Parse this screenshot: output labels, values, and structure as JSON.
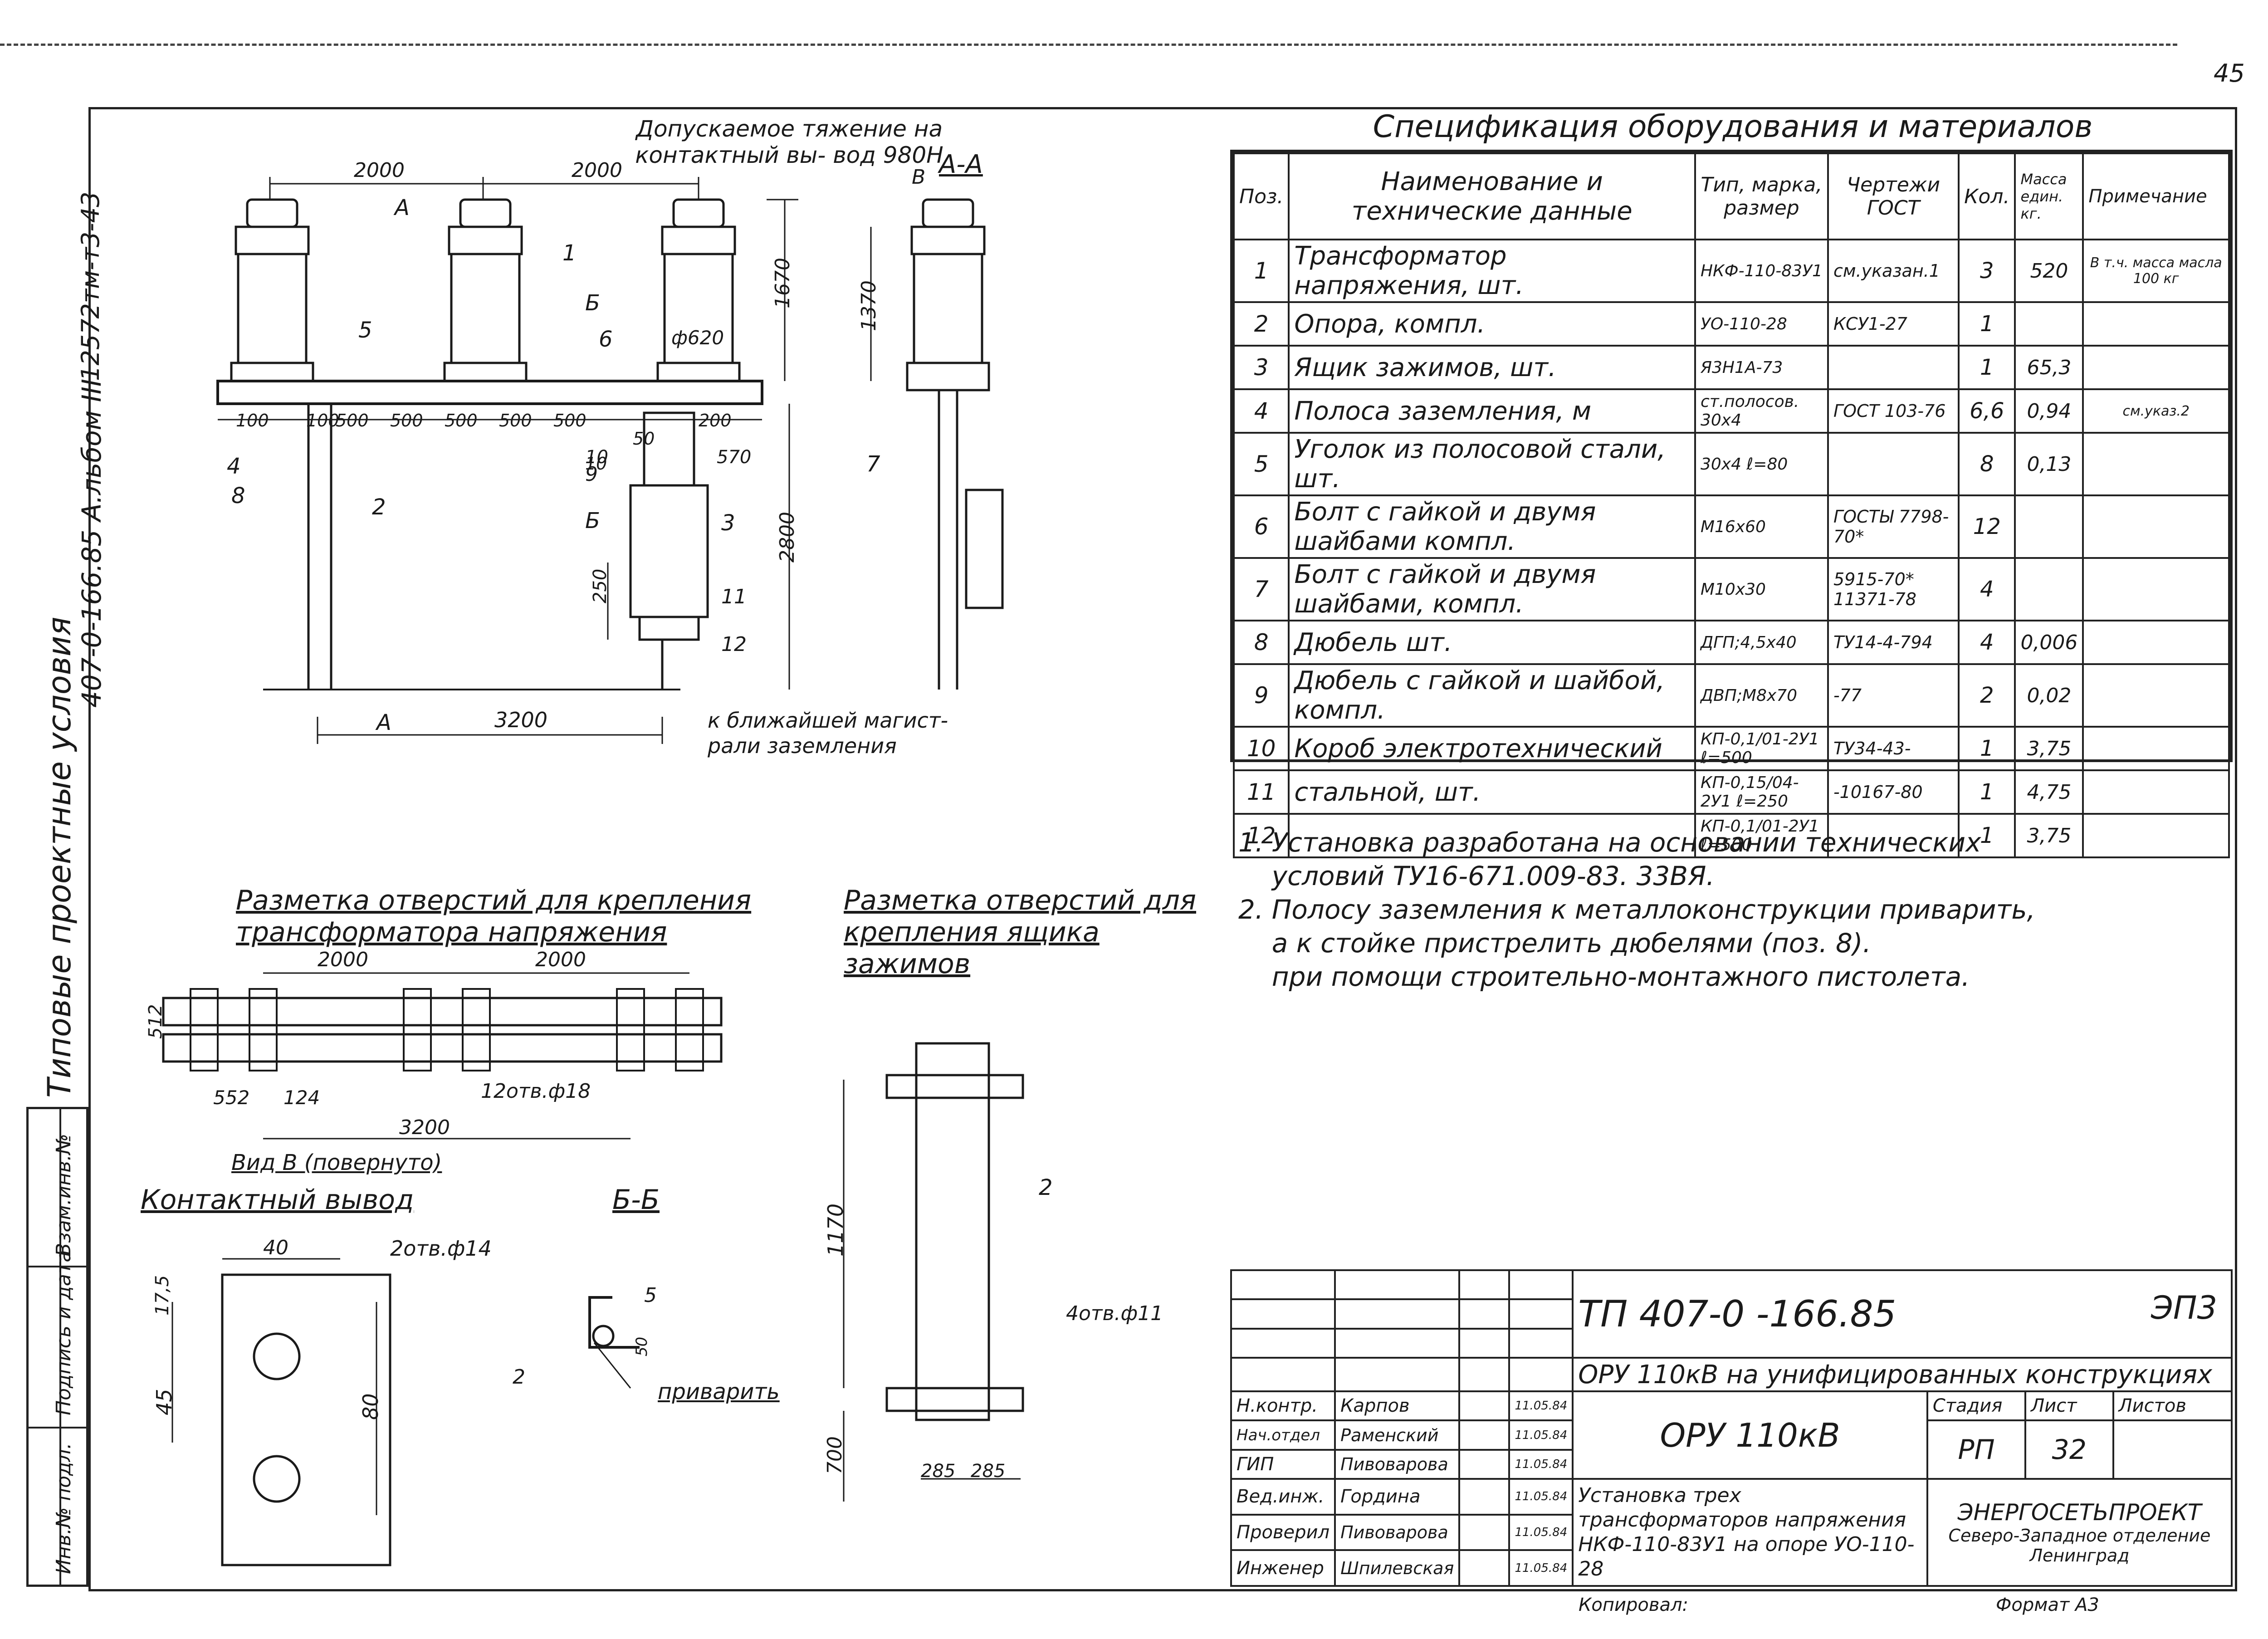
{
  "page_number": "45",
  "side_code": "12572тм-т3-43",
  "side_album": "407-0-166.85  А.льбом III",
  "side_series": "Типовые проектные условия",
  "side_boxes": [
    "Инв.№ подл.",
    "Подпись и дата",
    "Взам.инв.№"
  ],
  "top_view": {
    "annotation_tension": "Допускаемое тяжение на контактный вы- вод 980Н",
    "section_aa": "А-А",
    "dims_top": [
      "2000",
      "2000"
    ],
    "dim_height_1670": "1670",
    "dim_height_1370": "1370",
    "dim_height_2800": "2800",
    "dim_250": "250",
    "dim_570": "570",
    "dim_diam": "ф620",
    "dims_bottom": [
      "100",
      "100",
      "500",
      "500",
      "500",
      "500",
      "500",
      "200"
    ],
    "dim_3200": "3200",
    "dim_50": "50",
    "dim_10": "10",
    "labels": [
      "1",
      "2",
      "3",
      "4",
      "5",
      "6",
      "7",
      "8",
      "9",
      "10",
      "11",
      "12"
    ],
    "marker_A": "А",
    "marker_B": "Б",
    "marker_V": "В",
    "note_ground": "к ближайшей магист- рали заземления"
  },
  "spec": {
    "title": "Спецификация оборудования и материалов",
    "headers": [
      "Поз.",
      "Наименование и технические данные",
      "Тип, марка, размер",
      "Чертежи ГОСТ",
      "Кол.",
      "Масса един. кг.",
      "Примечание"
    ],
    "rows": [
      [
        "1",
        "Трансформатор напряжения,  шт.",
        "НКФ-110-83У1",
        "см.указан.1",
        "3",
        "520",
        "В т.ч. масса масла 100 кг"
      ],
      [
        "2",
        "Опора,  компл.",
        "УО-110-28",
        "КСУ1-27",
        "1",
        "",
        ""
      ],
      [
        "3",
        "Ящик зажимов,  шт.",
        "Я3Н1А-73",
        "",
        "1",
        "65,3",
        ""
      ],
      [
        "4",
        "Полоса заземления,  м",
        "ст.полосов. 30х4",
        "ГОСТ 103-76",
        "6,6",
        "0,94",
        "см.указ.2"
      ],
      [
        "5",
        "Уголок из полосовой стали, шт.",
        "30х4 ℓ=80",
        "",
        "8",
        "0,13",
        ""
      ],
      [
        "6",
        "Болт с гайкой и двумя шайбами  компл.",
        "М16х60",
        "ГОСТЫ 7798-70*",
        "12",
        "",
        ""
      ],
      [
        "7",
        "Болт с гайкой и двумя шайбами,  компл.",
        "М10х30",
        "5915-70* 11371-78",
        "4",
        "",
        ""
      ],
      [
        "8",
        "Дюбель  шт.",
        "ДГП;4,5х40",
        "ТУ14-4-794",
        "4",
        "0,006",
        ""
      ],
      [
        "9",
        "Дюбель с гайкой и шайбой, компл.",
        "ДВП;М8х70",
        "-77",
        "2",
        "0,02",
        ""
      ],
      [
        "10",
        "Короб электротехнический",
        "КП-0,1/01-2У1 ℓ=500",
        "ТУ34-43-",
        "1",
        "3,75",
        ""
      ],
      [
        "11",
        "стальной,  шт.",
        "КП-0,15/04-2У1 ℓ=250",
        "-10167-80",
        "1",
        "4,75",
        ""
      ],
      [
        "12",
        "",
        "КП-0,1/01-2У1 ℓ=500",
        "",
        "1",
        "3,75",
        ""
      ]
    ]
  },
  "notes": [
    "1. Установка разработана на основании технических",
    "    условий ТУ16-671.009-83. 33ВЯ.",
    "2. Полосу заземления к металлоконструкции приварить,",
    "    а к стойке пристрелить дюбелями (поз. 8).",
    "    при помощи строительно-монтажного пистолета."
  ],
  "holes_transformer": {
    "title": "Разметка отверстий для крепления трансформатора напряжения",
    "dims": [
      "2000",
      "2000",
      "512",
      "552",
      "124",
      "3200"
    ],
    "holes_label": "12отв.ф18"
  },
  "holes_box": {
    "title": "Разметка отверстий для крепления ящика зажимов",
    "dims": [
      "1170",
      "700",
      "285",
      "285"
    ],
    "holes_label": "4отв.ф11",
    "pos_label": "2"
  },
  "view_v": {
    "title": "Вид В (повернуто)",
    "subtitle": "Контактный вывод",
    "dims": [
      "40",
      "17,5",
      "45",
      "80"
    ],
    "holes_label": "2отв.ф14"
  },
  "section_bb": {
    "title": "Б-Б",
    "labels": [
      "5",
      "2",
      "50"
    ],
    "weld": "приварить"
  },
  "title_block": {
    "code": "ТП 407-0 -166.85",
    "sheet_code": "ЭП3",
    "project": "ОРУ 110кВ на унифицированных конструкциях",
    "stage_header": "Стадия",
    "sheet_header": "Лист",
    "sheets_header": "Листов",
    "part": "ОРУ 110кВ",
    "stage": "РП",
    "sheet": "32",
    "description": "Установка трех трансформаторов напряжения НКФ-110-83У1 на опоре УО-110-28",
    "org": "ЭНЕРГОСЕТЬПРОЕКТ",
    "org_dept": "Северо-Западное отделение",
    "org_city": "Ленинград",
    "people": [
      {
        "role": "Н.контр.",
        "name": "Карпов",
        "date": "11.05.84"
      },
      {
        "role": "Нач.отдел",
        "name": "Раменский",
        "date": "11.05.84"
      },
      {
        "role": "ГИП",
        "name": "Пивоварова",
        "date": "11.05.84"
      },
      {
        "role": "Вед.инж.",
        "name": "Гордина",
        "date": "11.05.84"
      },
      {
        "role": "Проверил",
        "name": "Пивоварова",
        "date": "11.05.84"
      },
      {
        "role": "Инженер",
        "name": "Шпилевская",
        "date": "11.05.84"
      }
    ],
    "copied": "Копировал:",
    "format": "Формат А3"
  }
}
